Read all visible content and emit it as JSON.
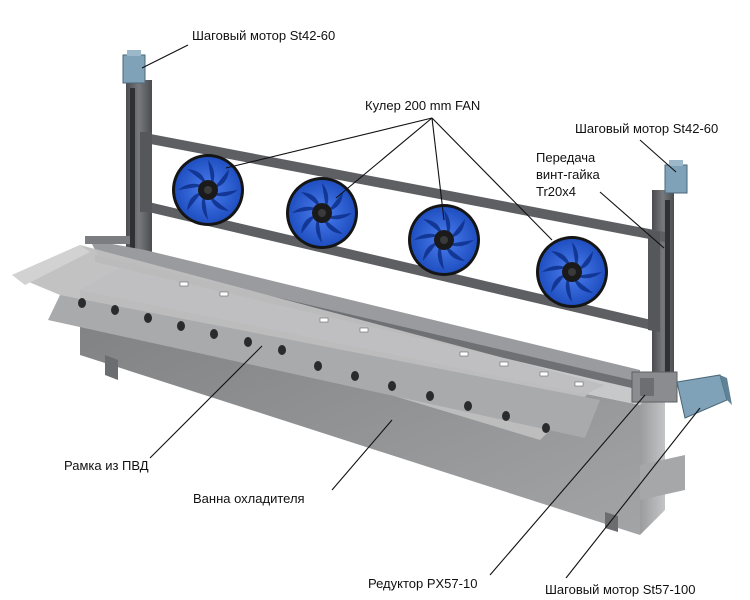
{
  "labels": {
    "motor_top_left": "Шаговый мотор St42-60",
    "cooler": "Кулер 200 mm FAN",
    "motor_top_right": "Шаговый мотор St42-60",
    "transmission_line1": "Передача",
    "transmission_line2": "винт-гайка",
    "transmission_line3": "Tr20x4",
    "frame": "Рамка из ПВД",
    "bath": "Ванна охладителя",
    "reducer": "Редуктор PX57-10",
    "motor_bottom": "Шаговый мотор St57-100"
  },
  "colors": {
    "background": "#ffffff",
    "steel_dark": "#5d5f63",
    "steel_mid": "#8a8c90",
    "steel_light": "#b9bbbe",
    "bath_front": "#8e8f91",
    "bath_top": "#c7c8ca",
    "fan_blue": "#2f63d8",
    "fan_hub": "#1a1a1a",
    "motor_blue": "#7fa2b8",
    "leader_line": "#111111"
  }
}
